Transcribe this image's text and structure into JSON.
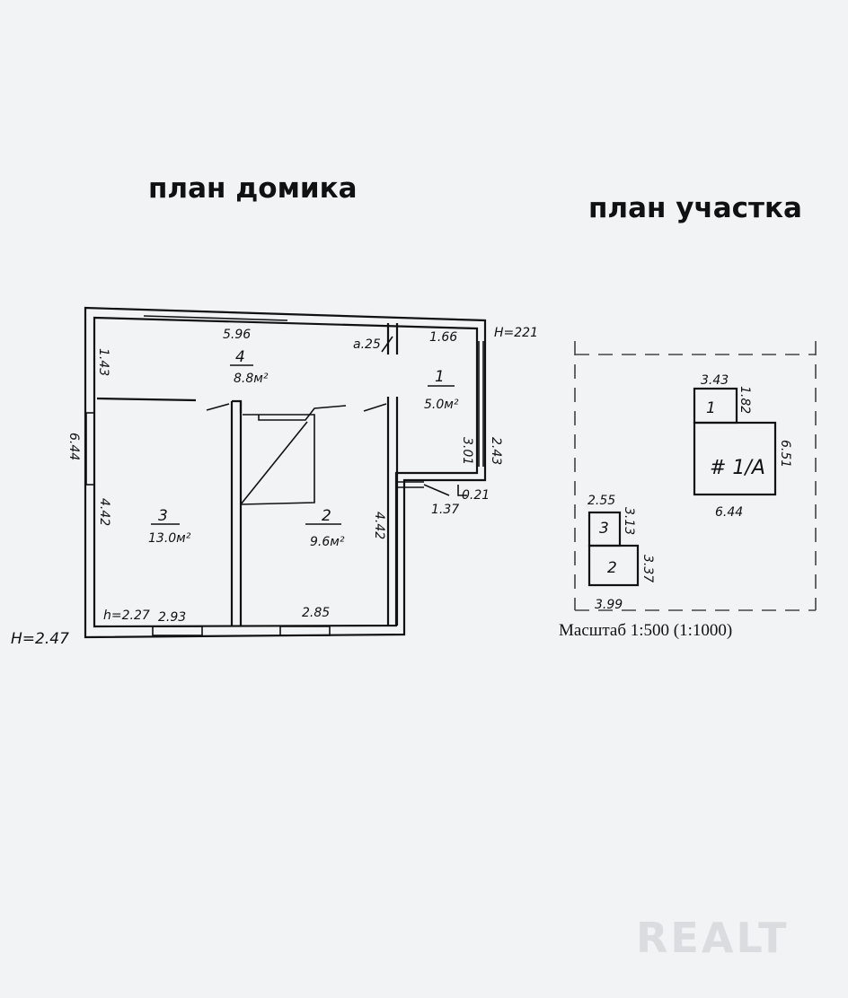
{
  "titles": {
    "house": "план домика",
    "plot": "план участка"
  },
  "house_plan": {
    "height_main": "H=2.47",
    "height_annex": "H=221",
    "width_top": "5.96",
    "height_left": "6.44",
    "corner_note": "a.25",
    "rooms": [
      {
        "number": "1",
        "area": "5.0м²"
      },
      {
        "number": "2",
        "area": "9.6м²"
      },
      {
        "number": "3",
        "area": "13.0м²"
      },
      {
        "number": "4",
        "area": "8.8м²"
      }
    ],
    "dims": {
      "room4_left": "1.43",
      "room1_width": "1.66",
      "room1_inner": "3.01",
      "room1_outer": "2.43",
      "annex_bottom": "1.37",
      "annex_step": "0.21",
      "room3_left": "4.42",
      "room2_right": "4.42",
      "room3_bottom": "2.93",
      "room2_bottom": "2.85",
      "room3_height": "h=2.27"
    }
  },
  "plot_plan": {
    "building1": {
      "number": "1",
      "width": "3.43",
      "annex_side": "1.82",
      "bottom": "6.44",
      "side": "6.51",
      "label": "# 1/A"
    },
    "building2": {
      "top": "2.55",
      "upper_side": "3.13",
      "lower_side": "3.37",
      "bottom": "3.99",
      "upper_number": "3",
      "lower_number": "2"
    },
    "scale": "Масштаб 1:500 (1:1000)"
  },
  "watermark": "REALT"
}
